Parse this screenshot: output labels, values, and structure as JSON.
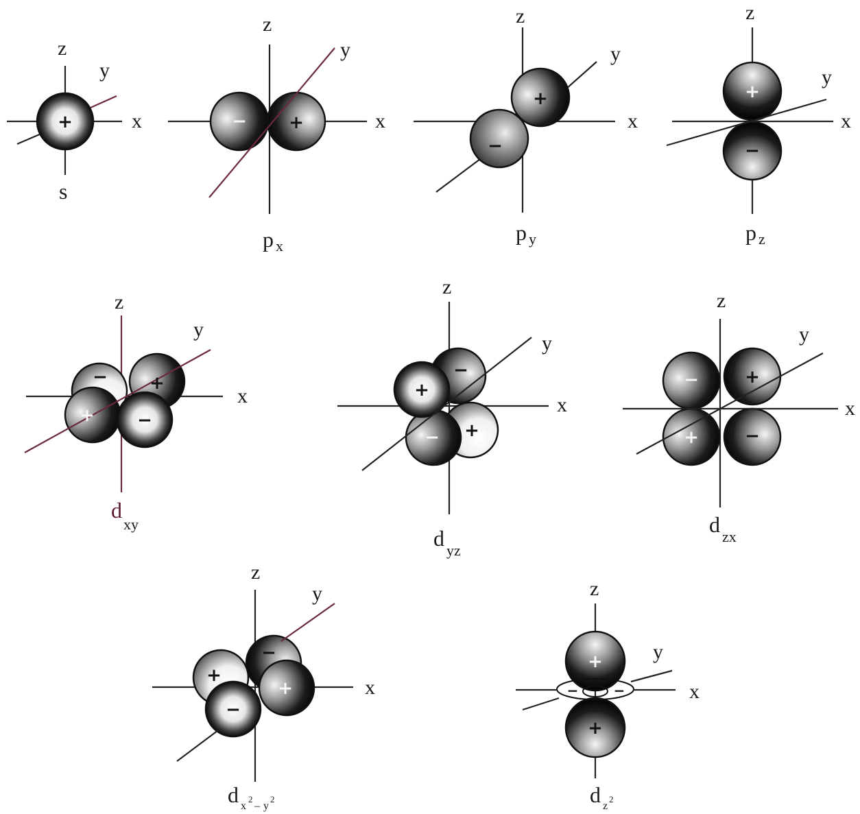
{
  "axis_labels": {
    "x": "x",
    "y": "y",
    "z": "z"
  },
  "signs": {
    "plus": "+",
    "minus": "−"
  },
  "orbitals": {
    "s": {
      "label": "s"
    },
    "px": {
      "label": "p",
      "sub": "x"
    },
    "py": {
      "label": "p",
      "sub": "y"
    },
    "pz": {
      "label": "p",
      "sub": "z"
    },
    "dxy": {
      "label": "d",
      "sub": "xy"
    },
    "dyz": {
      "label": "d",
      "sub": "yz"
    },
    "dzx": {
      "label": "d",
      "sub": "zx"
    },
    "dx2y2": {
      "label": "d",
      "sub": "x",
      "sup1": "2",
      "dash": "–",
      "sub2": "y",
      "sup2": "2"
    },
    "dz2": {
      "label": "d",
      "sub": "z",
      "sup1": "2"
    }
  }
}
